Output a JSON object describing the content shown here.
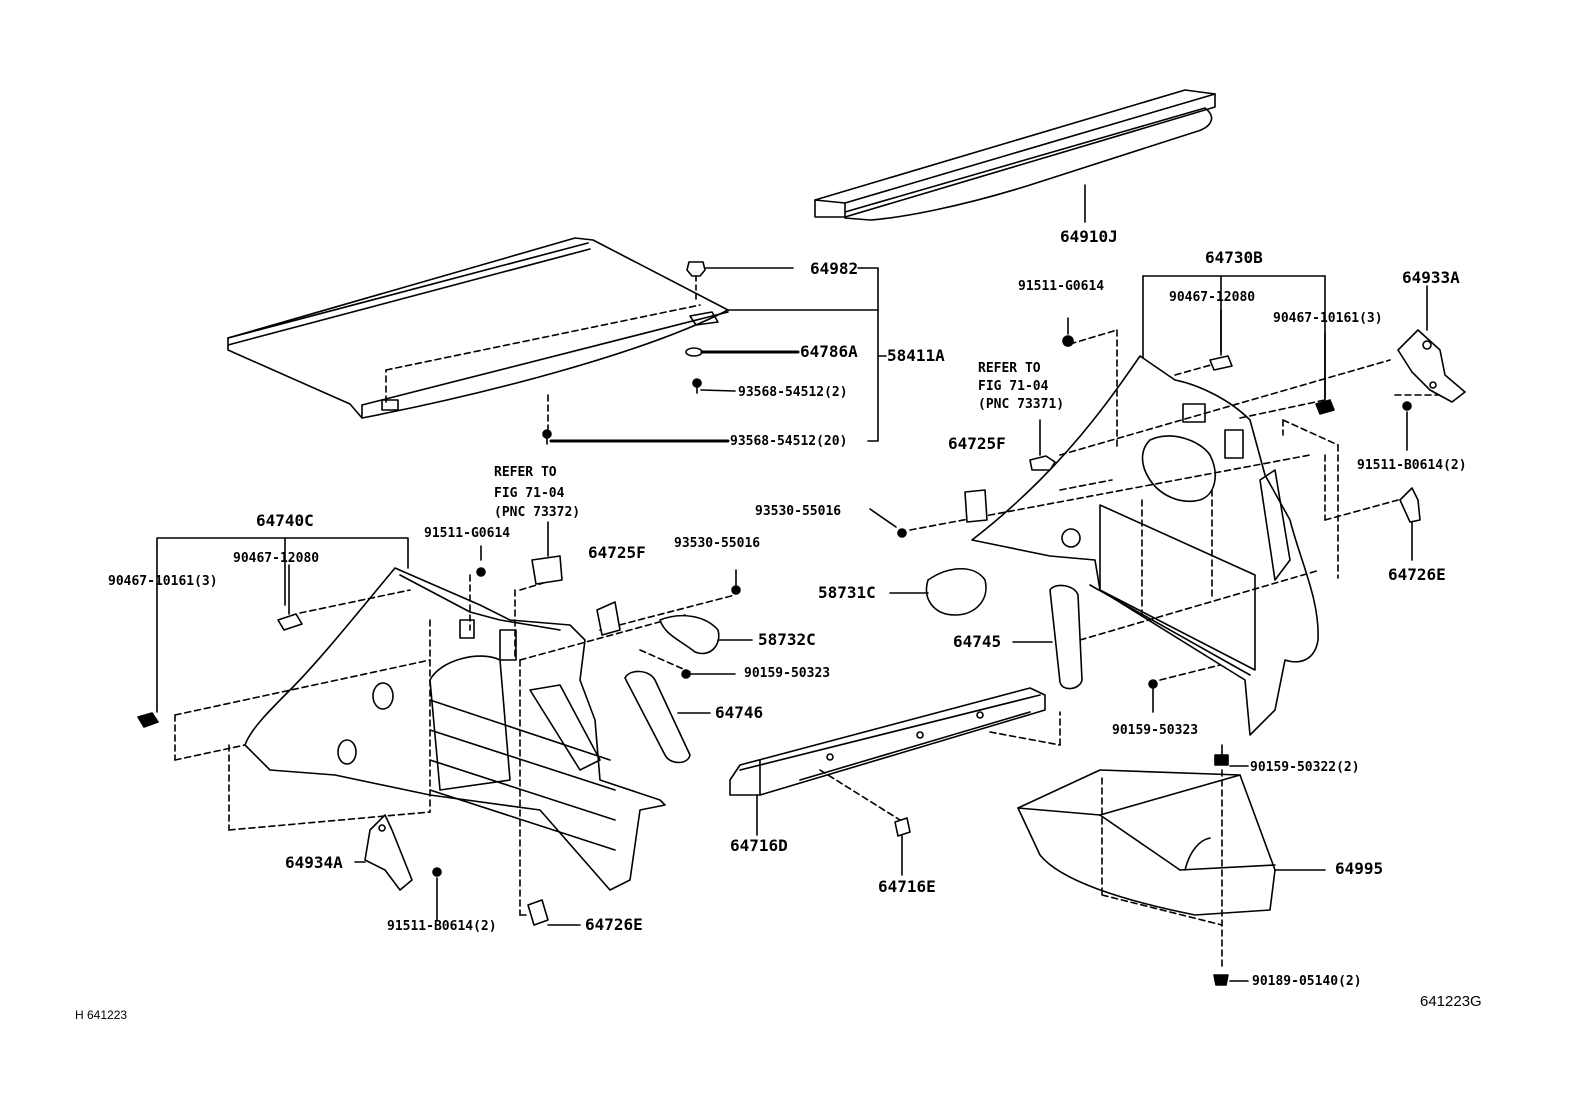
{
  "diagram": {
    "code_left": "H 641223",
    "code_right": "641223G"
  },
  "labels": {
    "p64910J": "64910J",
    "p64730B": "64730B",
    "p64933A": "64933A",
    "p91511_G0614_r": "91511-G0614",
    "p90467_12080_r": "90467-12080",
    "p90467_10161_r": "90467-10161(3)",
    "refer1_l1": "REFER TO",
    "refer1_l2": "FIG 71-04",
    "refer1_l3": "(PNC 73371)",
    "p64982": "64982",
    "p64786A": "64786A",
    "p58411A": "58411A",
    "p93568_2": "93568-54512(2)",
    "p93568_20": "93568-54512(20)",
    "p64725F_r": "64725F",
    "p91511_B0614_r": "91511-B0614(2)",
    "p93530_r": "93530-55016",
    "p64726E_r": "64726E",
    "p58731C": "58731C",
    "p64745": "64745",
    "p90159_50323_r": "90159-50323",
    "p90159_50322": "90159-50322(2)",
    "p64995": "64995",
    "p90189": "90189-05140(2)",
    "refer2_l1": "REFER TO",
    "refer2_l2": "FIG 71-04",
    "refer2_l3": "(PNC 73372)",
    "p64740C": "64740C",
    "p91511_G0614_l": "91511-G0614",
    "p90467_12080_l": "90467-12080",
    "p90467_10161_l": "90467-10161(3)",
    "p64725F_l": "64725F",
    "p93530_l": "93530-55016",
    "p58732C": "58732C",
    "p90159_50323_l": "90159-50323",
    "p64746": "64746",
    "p64716D": "64716D",
    "p64716E": "64716E",
    "p64934A": "64934A",
    "p91511_B0614_l": "91511-B0614(2)",
    "p64726E_l": "64726E"
  }
}
